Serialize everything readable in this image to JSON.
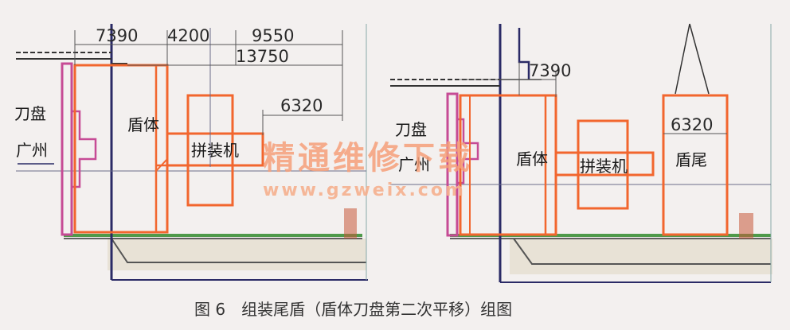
{
  "left": {
    "dims": {
      "d7390": "7390",
      "d4200": "4200",
      "d9550": "9550",
      "d13750": "13750",
      "d6320": "6320"
    },
    "labels": {
      "cutterhead": "刀盘",
      "guangzhou": "广州",
      "shield_body": "盾体",
      "erector": "拼装机"
    }
  },
  "right": {
    "dims": {
      "d7390": "7390",
      "d6320": "6320"
    },
    "labels": {
      "cutterhead": "刀盘",
      "guangzhou": "广州",
      "shield_body": "盾体",
      "erector": "拼装机",
      "tail_shield": "盾尾"
    }
  },
  "watermark": {
    "text": "精通维修下载",
    "url": "www.gzweix.com"
  },
  "caption": "图 6　组装尾盾（盾体刀盘第二次平移）组图",
  "colors": {
    "orange": "#f2662e",
    "purple": "#c64b95",
    "green": "#4f9a4a",
    "navy": "#2a2a66"
  }
}
